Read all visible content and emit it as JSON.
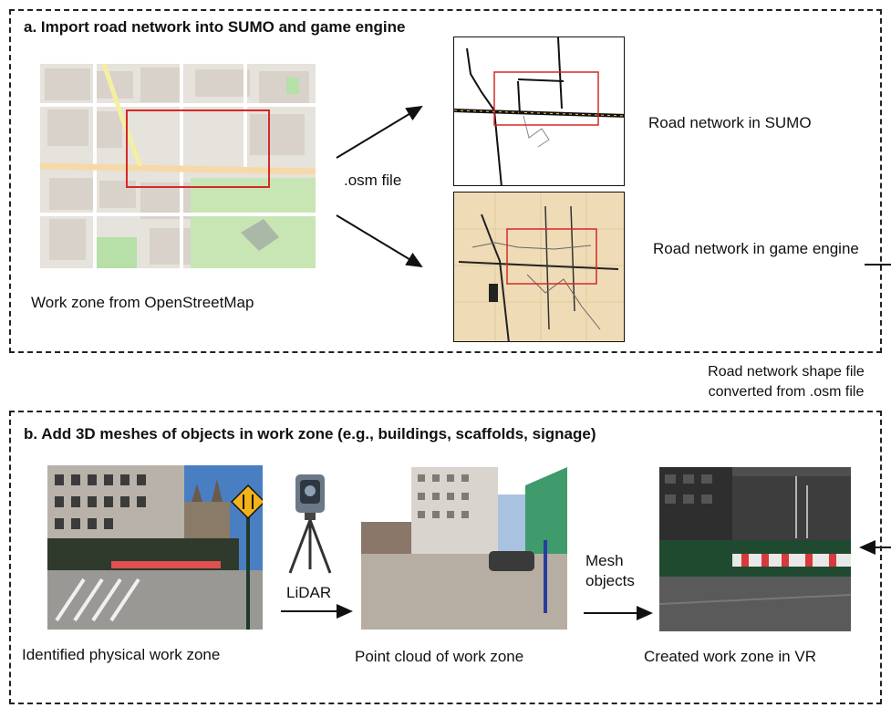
{
  "panel_a": {
    "title": "a. Import road network into SUMO and game engine",
    "map_caption": "Work zone from OpenStreetMap",
    "osm_label": ".osm file",
    "sumo_label": "Road network in SUMO",
    "engine_label": "Road network in game engine"
  },
  "connector": {
    "label": "Road network shape file converted from .osm file"
  },
  "panel_b": {
    "title": "b. Add 3D meshes of objects in work zone (e.g., buildings, scaffolds, signage)",
    "physical_caption": "Identified physical work zone",
    "lidar_label": "LiDAR",
    "pointcloud_caption": "Point cloud of work zone",
    "mesh_label": "Mesh objects",
    "vr_caption": "Created work zone in VR"
  },
  "colors": {
    "dashed_border": "#222222",
    "highlight_box": "#d62828",
    "osm_park": "#c8e6b4",
    "game_engine_bg": "#efdcb6"
  }
}
